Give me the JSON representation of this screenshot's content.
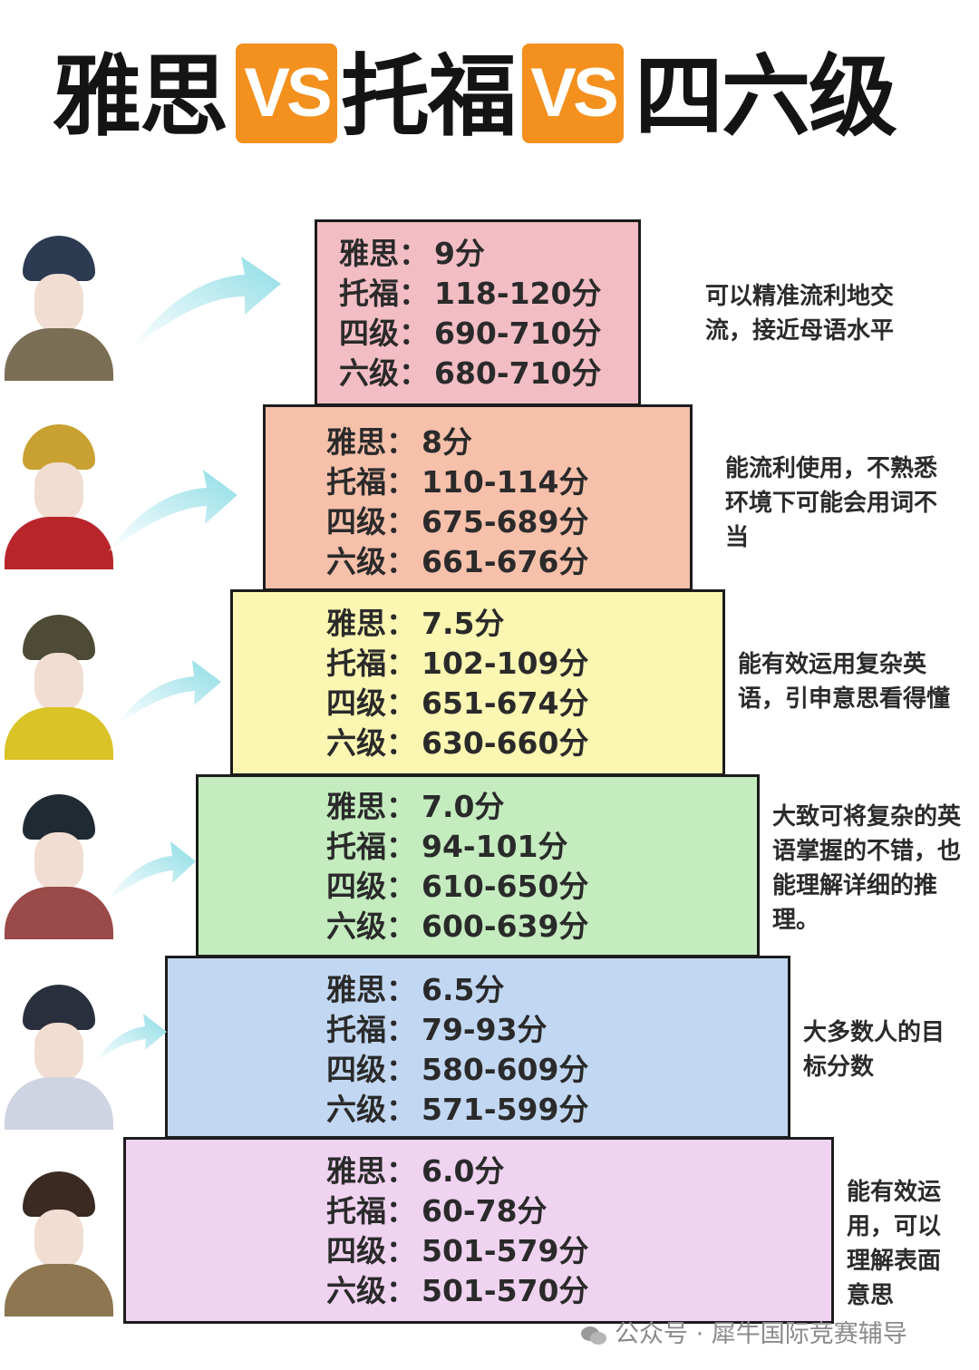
{
  "title": {
    "part1": "雅思",
    "vs1": "VS",
    "part2": "托福",
    "vs2": "VS",
    "part3": "四六级"
  },
  "colors": {
    "vs_badge": "#f3901e",
    "tier1": "#f2bdc4",
    "tier2": "#f6c0ab",
    "tier3": "#fbf7b2",
    "tier4": "#c4ecbf",
    "tier5": "#c2d7f1",
    "tier6": "#efd3f0"
  },
  "labels": {
    "ielts": "雅思：",
    "toefl": "托福：",
    "cet4": "四级：",
    "cet6": "六级："
  },
  "tiers": [
    {
      "ielts": "9分",
      "toefl": "118-120分",
      "cet4": "690-710分",
      "cet6": "680-710分",
      "desc": "可以精准流利地交流，接近母语水平"
    },
    {
      "ielts": "8分",
      "toefl": "110-114分",
      "cet4": "675-689分",
      "cet6": "661-676分",
      "desc": "能流利使用，不熟悉环境下可能会用词不当"
    },
    {
      "ielts": "7.5分",
      "toefl": "102-109分",
      "cet4": "651-674分",
      "cet6": "630-660分",
      "desc": "能有效运用复杂英语，引申意思看得懂"
    },
    {
      "ielts": "7.0分",
      "toefl": "94-101分",
      "cet4": "610-650分",
      "cet6": "600-639分",
      "desc": "大致可将复杂的英语掌握的不错，也能理解详细的推理。"
    },
    {
      "ielts": "6.5分",
      "toefl": "79-93分",
      "cet4": "580-609分",
      "cet6": "571-599分",
      "desc": "大多数人的目标分数"
    },
    {
      "ielts": "6.0分",
      "toefl": "60-78分",
      "cet4": "501-579分",
      "cet6": "501-570分",
      "desc": "能有效运用，可以理解表面意思"
    }
  ],
  "watermark": {
    "icon": "wechat-icon",
    "text": "公众号 · 犀牛国际竞赛辅导"
  }
}
